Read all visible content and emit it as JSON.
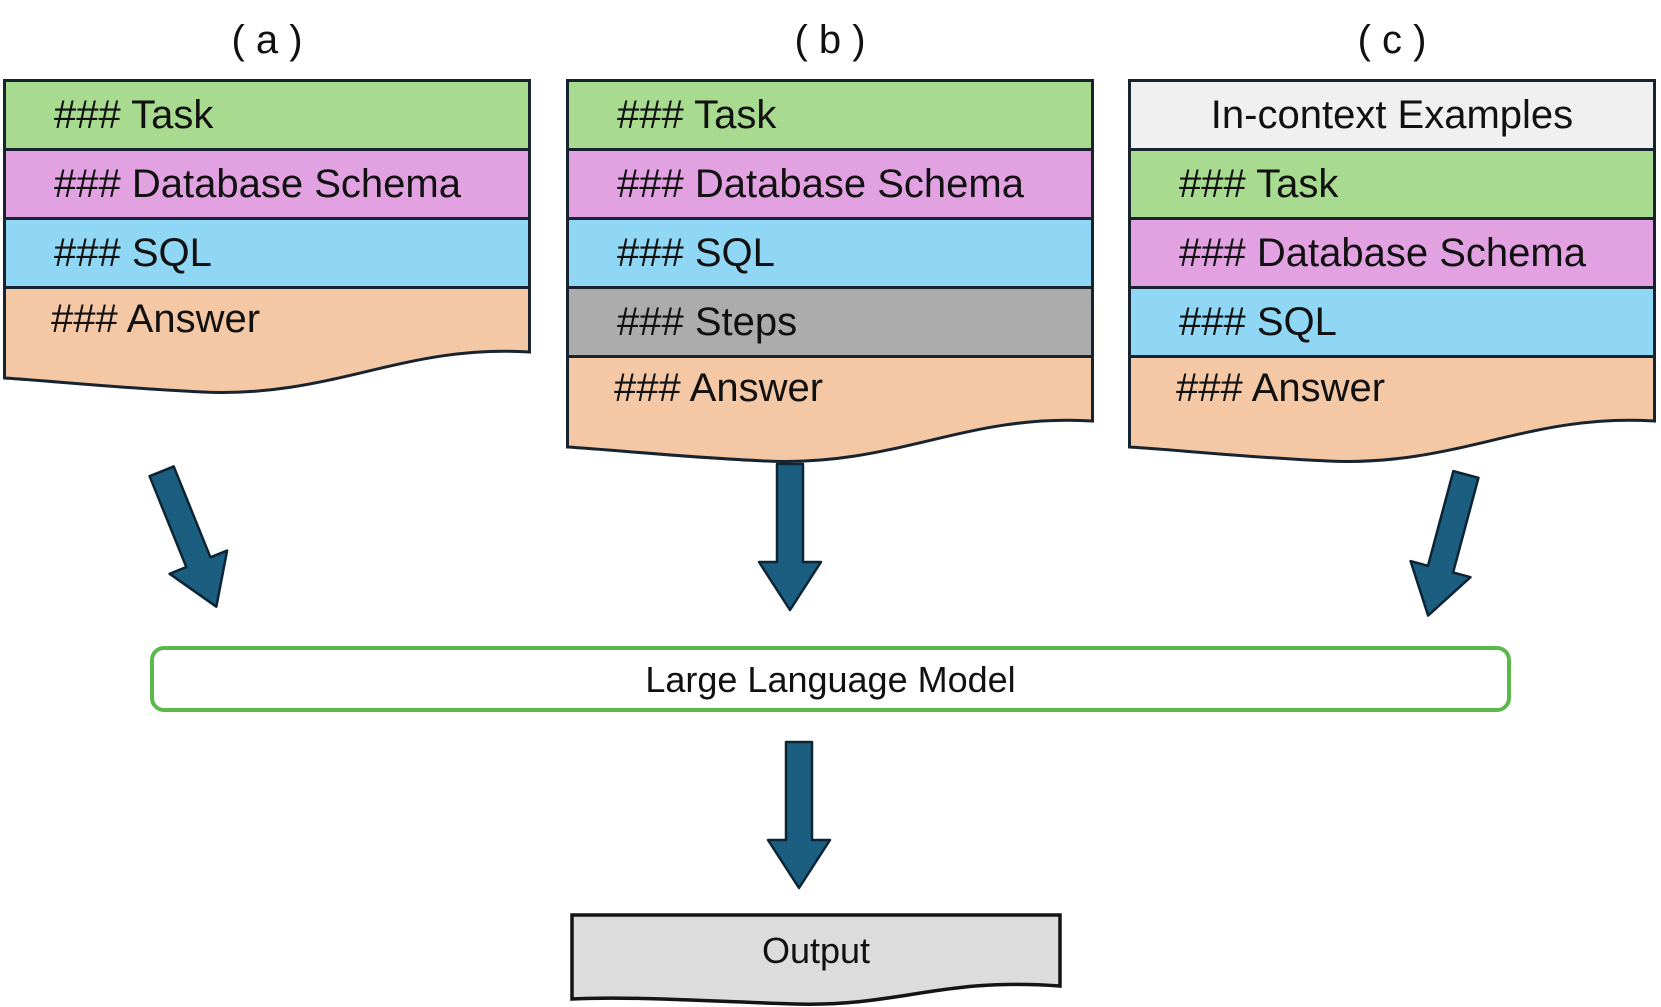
{
  "colors": {
    "green": "#a8db90",
    "pink": "#e2a2e2",
    "blue": "#8fd7f4",
    "peach": "#f5c8a5",
    "gray": "#acacac",
    "lightgray": "#f0f0f0",
    "outputgray": "#dcdcdc",
    "arrow": "#1b5e80",
    "arrow-edge": "#0c2433",
    "edge": "#17242f",
    "llm-border": "#5bb84b",
    "text": "#111111"
  },
  "stacks": {
    "a": {
      "label": "( a )",
      "rows": [
        "### Task",
        "### Database Schema",
        "### SQL",
        "### Answer"
      ]
    },
    "b": {
      "label": "( b )",
      "rows": [
        "### Task",
        "### Database Schema",
        "### SQL",
        "### Steps",
        "### Answer"
      ]
    },
    "c": {
      "label": "( c )",
      "rows": [
        "In-context Examples",
        "### Task",
        "### Database Schema",
        "### SQL",
        "### Answer"
      ]
    }
  },
  "llm": {
    "label": "Large Language Model"
  },
  "output": {
    "label": "Output"
  }
}
